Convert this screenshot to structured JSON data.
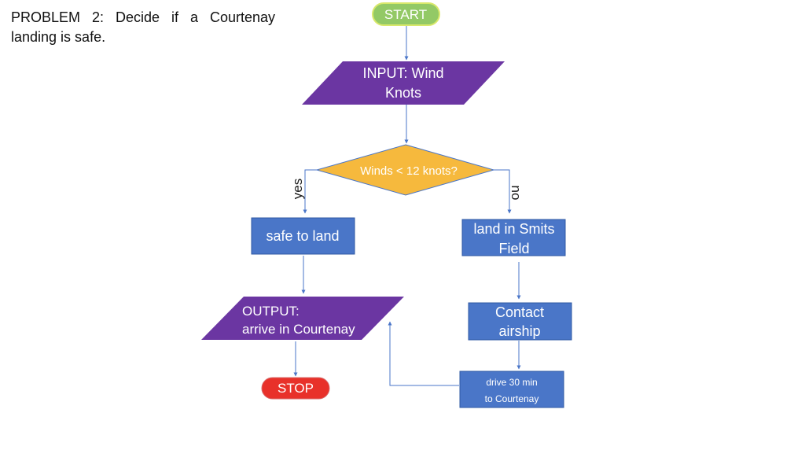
{
  "problem": {
    "text": "PROBLEM 2: Decide if a Courtenay landing is safe."
  },
  "colors": {
    "start_fill": "#93c966",
    "start_stroke": "#d8e86a",
    "stop_fill": "#e8312a",
    "io_fill": "#6b36a2",
    "process_fill": "#4a76c8",
    "process_stroke": "#2f58a3",
    "decision_fill": "#f6b93d",
    "decision_stroke": "#4a76c8",
    "arrow": "#4a76c8"
  },
  "nodes": {
    "start": {
      "label": "START"
    },
    "input": {
      "line1": "INPUT: Wind",
      "line2": "Knots"
    },
    "decision": {
      "label": "Winds < 12 knots?"
    },
    "safe": {
      "label": "safe to land"
    },
    "smits": {
      "line1": "land in Smits",
      "line2": "Field"
    },
    "contact": {
      "line1": "Contact",
      "line2": "airship"
    },
    "drive": {
      "line1": "drive 30 min",
      "line2": "to Courtenay"
    },
    "output": {
      "line1": "OUTPUT:",
      "line2": "arrive in Courtenay"
    },
    "stop": {
      "label": "STOP"
    }
  },
  "edges": {
    "yes_label": "yes",
    "no_label": "no"
  }
}
